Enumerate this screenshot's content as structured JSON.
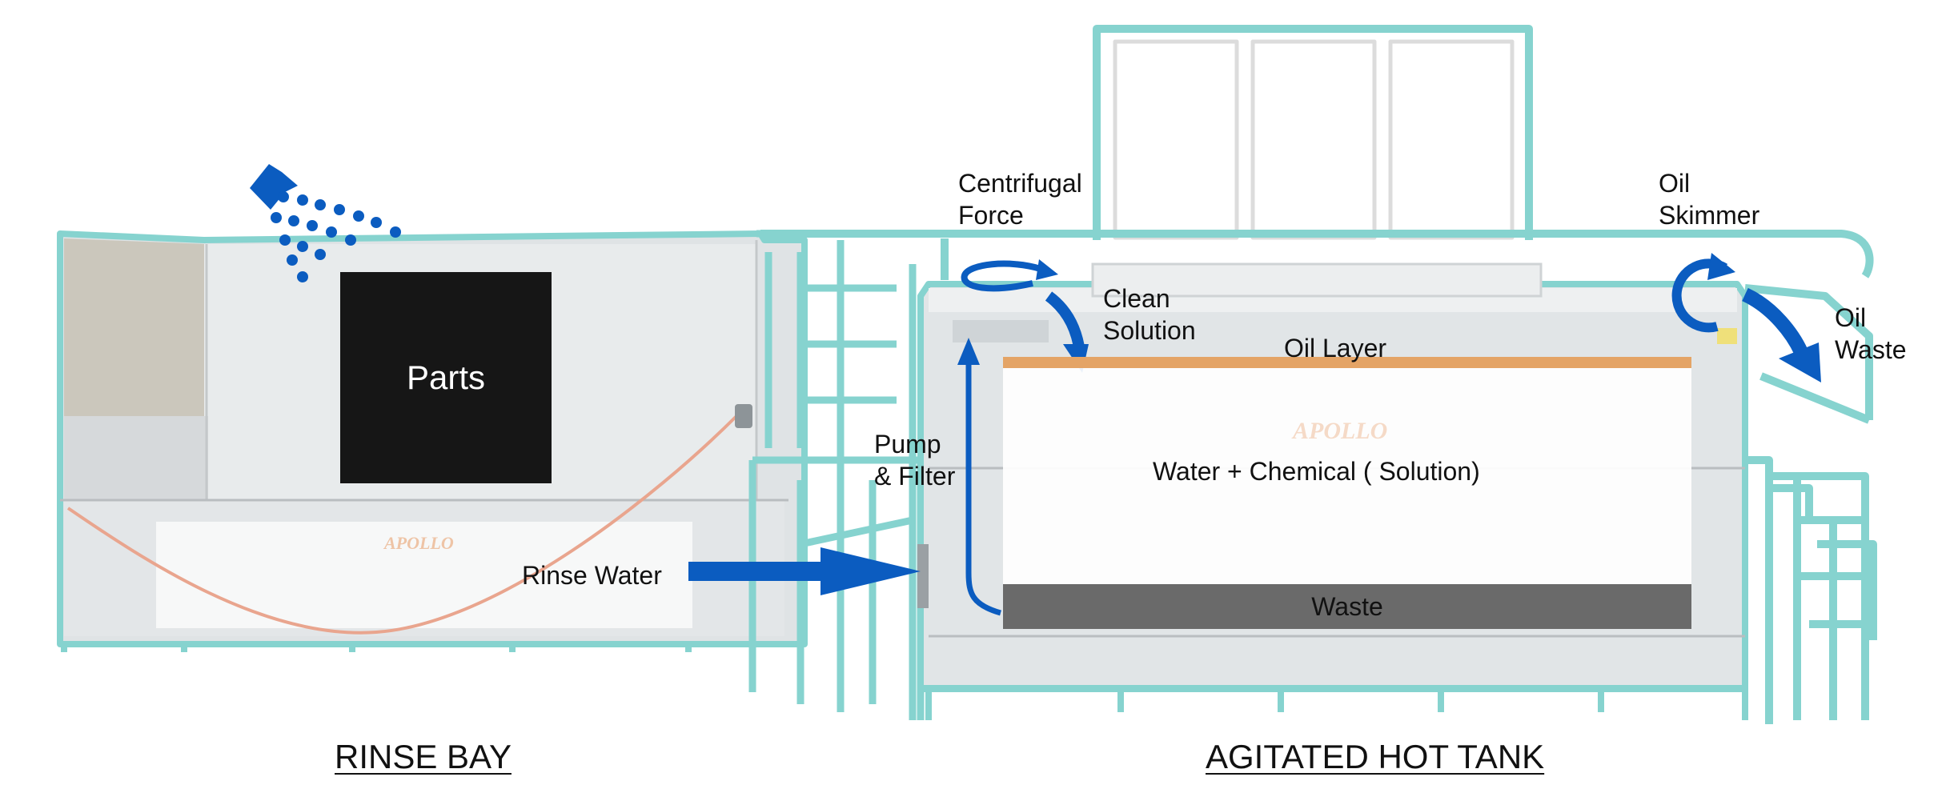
{
  "labels": {
    "parts": "Parts",
    "rinse_water": "Rinse Water",
    "pump_filter_1": "Pump",
    "pump_filter_2": "& Filter",
    "centrifugal_1": "Centrifugal",
    "centrifugal_2": "Force",
    "clean_solution_1": "Clean",
    "clean_solution_2": "Solution",
    "oil_layer": "Oil Layer",
    "solution": "Water + Chemical ( Solution)",
    "waste": "Waste",
    "oil_skimmer_1": "Oil",
    "oil_skimmer_2": "Skimmer",
    "oil_waste_1": "Oil",
    "oil_waste_2": "Waste"
  },
  "captions": {
    "rinse_bay": "RINSE BAY",
    "hot_tank": "AGITATED HOT TANK"
  },
  "branding": {
    "logo_small": "APOLLO",
    "logo_tank": "APOLLO"
  },
  "icons": {
    "shower": "shower-head-icon"
  },
  "colors": {
    "arrow_blue": "#0b5cc0",
    "outline_teal": "#86d3cf",
    "oil_orange": "#e4a466",
    "waste_gray": "#6a6a6a",
    "parts_black": "#161616"
  }
}
